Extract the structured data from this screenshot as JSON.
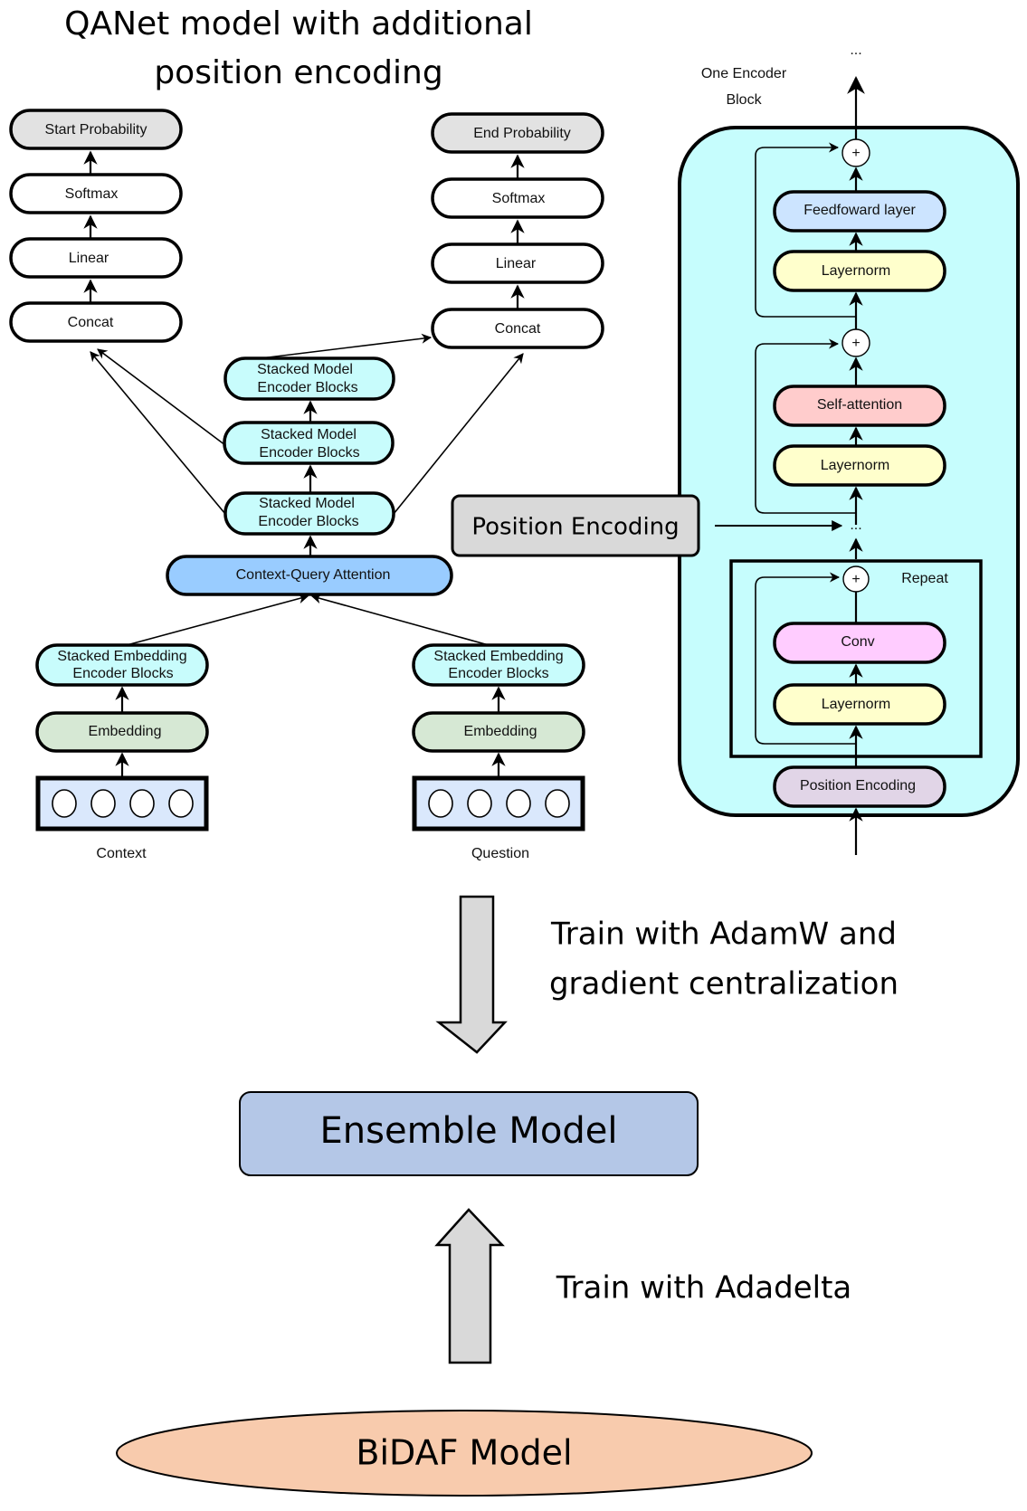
{
  "title": {
    "line1": "QANet model with additional",
    "line2": "position encoding"
  },
  "left_output": {
    "probability": "Start Probability",
    "softmax": "Softmax",
    "linear": "Linear",
    "concat": "Concat"
  },
  "right_output": {
    "probability": "End Probability",
    "softmax": "Softmax",
    "linear": "Linear",
    "concat": "Concat"
  },
  "model_encoders": [
    {
      "line1": "Stacked Model",
      "line2": "Encoder Blocks"
    },
    {
      "line1": "Stacked Model",
      "line2": "Encoder Blocks"
    },
    {
      "line1": "Stacked Model",
      "line2": "Encoder Blocks"
    }
  ],
  "attention": "Context-Query Attention",
  "context_branch": {
    "encoder_line1": "Stacked Embedding",
    "encoder_line2": "Encoder Blocks",
    "embedding": "Embedding",
    "input_label": "Context"
  },
  "question_branch": {
    "encoder_line1": "Stacked Embedding",
    "encoder_line2": "Encoder Blocks",
    "embedding": "Embedding",
    "input_label": "Question"
  },
  "encoder_block": {
    "title_line1": "One Encoder",
    "title_line2": "Block",
    "top_ellipsis": "...",
    "mid_ellipsis": "...",
    "feedforward": "Feedfoward layer",
    "layernorm_ff": "Layernorm",
    "self_attention": "Self-attention",
    "layernorm_sa": "Layernorm",
    "repeat_label": "Repeat",
    "conv": "Conv",
    "layernorm_conv": "Layernorm",
    "position_encoding": "Position Encoding",
    "plus": "+"
  },
  "external_position_encoding": "Position Encoding",
  "training": {
    "qanet_label_line1": "Train with AdamW and",
    "qanet_label_line2": "gradient centralization",
    "ensemble": "Ensemble Model",
    "bidaf_label": "Train with Adadelta",
    "bidaf": "BiDAF Model"
  },
  "colors": {
    "output_gray": "#e2e2e2",
    "encoder_cyan": "#c8fcfc",
    "attention_blue": "#99ccff",
    "embedding_green": "#d6e8d4",
    "input_blue": "#dae8fc",
    "block_bg": "#c6fdfd",
    "feedforward": "#cce4ff",
    "layernorm": "#ffffcc",
    "self_attention": "#ffcccc",
    "conv": "#ffccff",
    "position_encoding": "#e1d5e7",
    "position_box": "#d9d9d9",
    "ensemble": "#b4c7e7",
    "bidaf": "#f8cbad",
    "arrow_gray": "#d9d9d9"
  }
}
